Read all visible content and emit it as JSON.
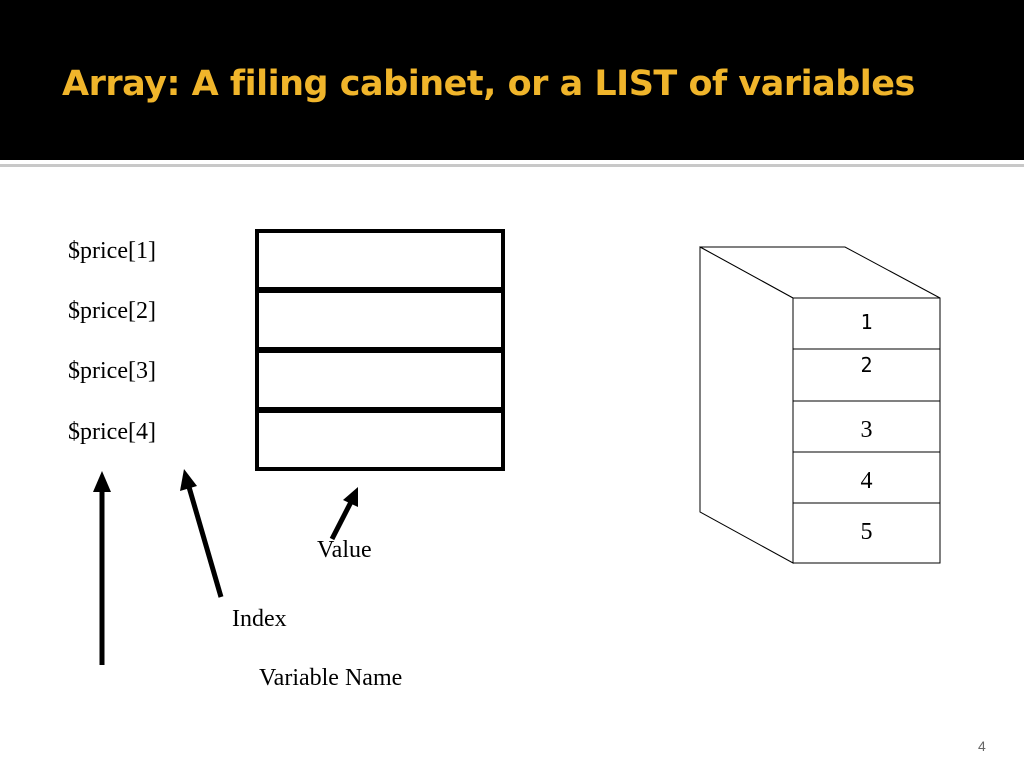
{
  "slide": {
    "title": "Array: A filing cabinet, or a LIST of  variables",
    "page_number": "4"
  },
  "array": {
    "elements": [
      {
        "label": "$price[1]"
      },
      {
        "label": "$price[2]"
      },
      {
        "label": "$price[3]"
      },
      {
        "label": "$price[4]"
      }
    ],
    "labels": {
      "value": "Value",
      "index": "Index",
      "variable_name": "Variable Name"
    }
  },
  "cabinet": {
    "drawers": [
      "1",
      "2",
      "3",
      "4",
      "5"
    ]
  },
  "colors": {
    "header_bg": "#000000",
    "title_text": "#f0b52b"
  }
}
